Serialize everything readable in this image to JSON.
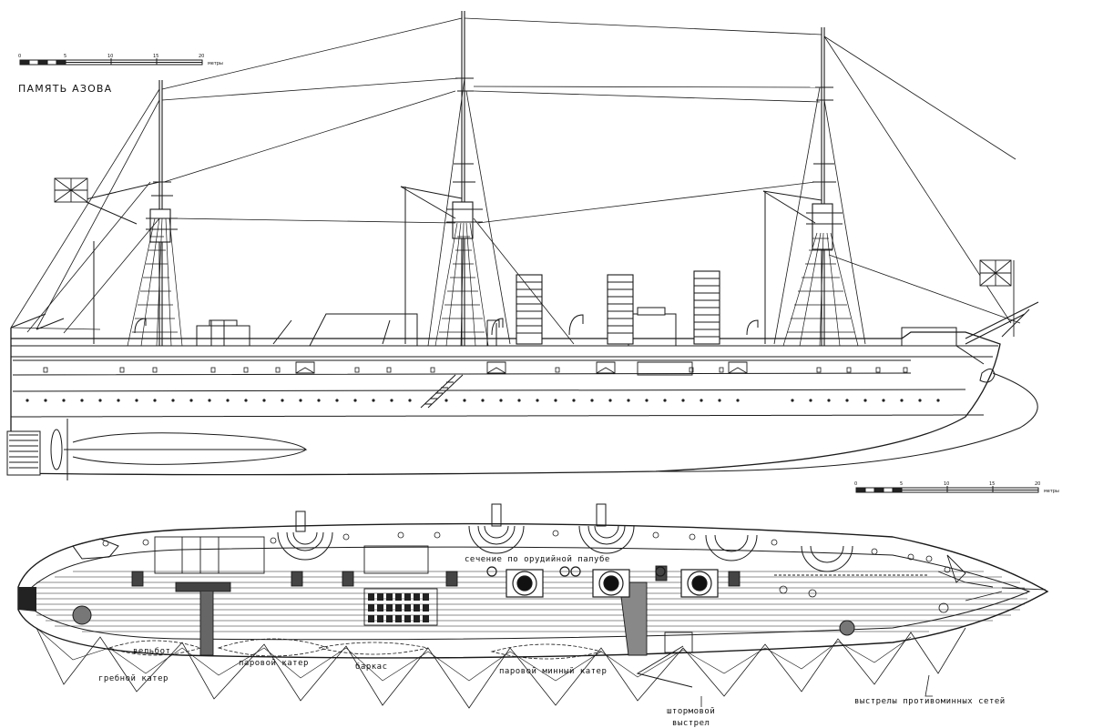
{
  "title": "ПАМЯТЬ АЗОВА",
  "scale_top": {
    "ticks": [
      "0",
      "5",
      "10",
      "15",
      "20"
    ],
    "unit": "метры"
  },
  "scale_bottom": {
    "ticks": [
      "0",
      "5",
      "10",
      "15",
      "20"
    ],
    "unit": "метры"
  },
  "labels": {
    "section": "сечение по орудийной палубе",
    "whaleboat": "вельбот",
    "rowing_boat": "гребной катер",
    "steam_boat": "паровой катер",
    "launch": "баркас",
    "torpedo_boat": "паровой минный катер",
    "storm_boom_line1": "штормовой",
    "storm_boom_line2": "выстрел",
    "net_booms": "выстрелы противоминных сетей"
  }
}
